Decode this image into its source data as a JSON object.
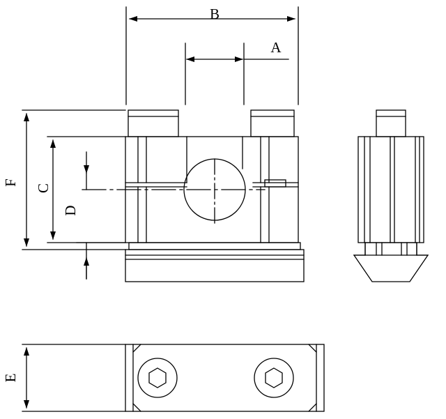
{
  "drawing": {
    "title": "Technical dimension drawing of a clamping block / tube clamp with T-slot nut",
    "views": [
      {
        "name": "front-view",
        "description": "Front elevation with bore and two bolts"
      },
      {
        "name": "side-view",
        "description": "Side elevation with T-slot mounting foot"
      },
      {
        "name": "top-view",
        "description": "Top view with two hexagon socket screws"
      }
    ],
    "dimension_labels": [
      {
        "id": "A",
        "label": "A",
        "view": "front-view",
        "orientation": "horizontal",
        "position": "top-inner"
      },
      {
        "id": "B",
        "label": "B",
        "view": "front-view",
        "orientation": "horizontal",
        "position": "top-outer"
      },
      {
        "id": "C",
        "label": "C",
        "view": "front-view",
        "orientation": "vertical",
        "position": "left-middle"
      },
      {
        "id": "D",
        "label": "D",
        "view": "front-view",
        "orientation": "vertical",
        "position": "left-inner"
      },
      {
        "id": "F",
        "label": "F",
        "view": "front-view",
        "orientation": "vertical",
        "position": "left-outer"
      },
      {
        "id": "E",
        "label": "E",
        "view": "top-view",
        "orientation": "vertical",
        "position": "left"
      }
    ],
    "colors": {
      "line": "#000000",
      "background": "#ffffff",
      "centerline": "#000000"
    }
  }
}
